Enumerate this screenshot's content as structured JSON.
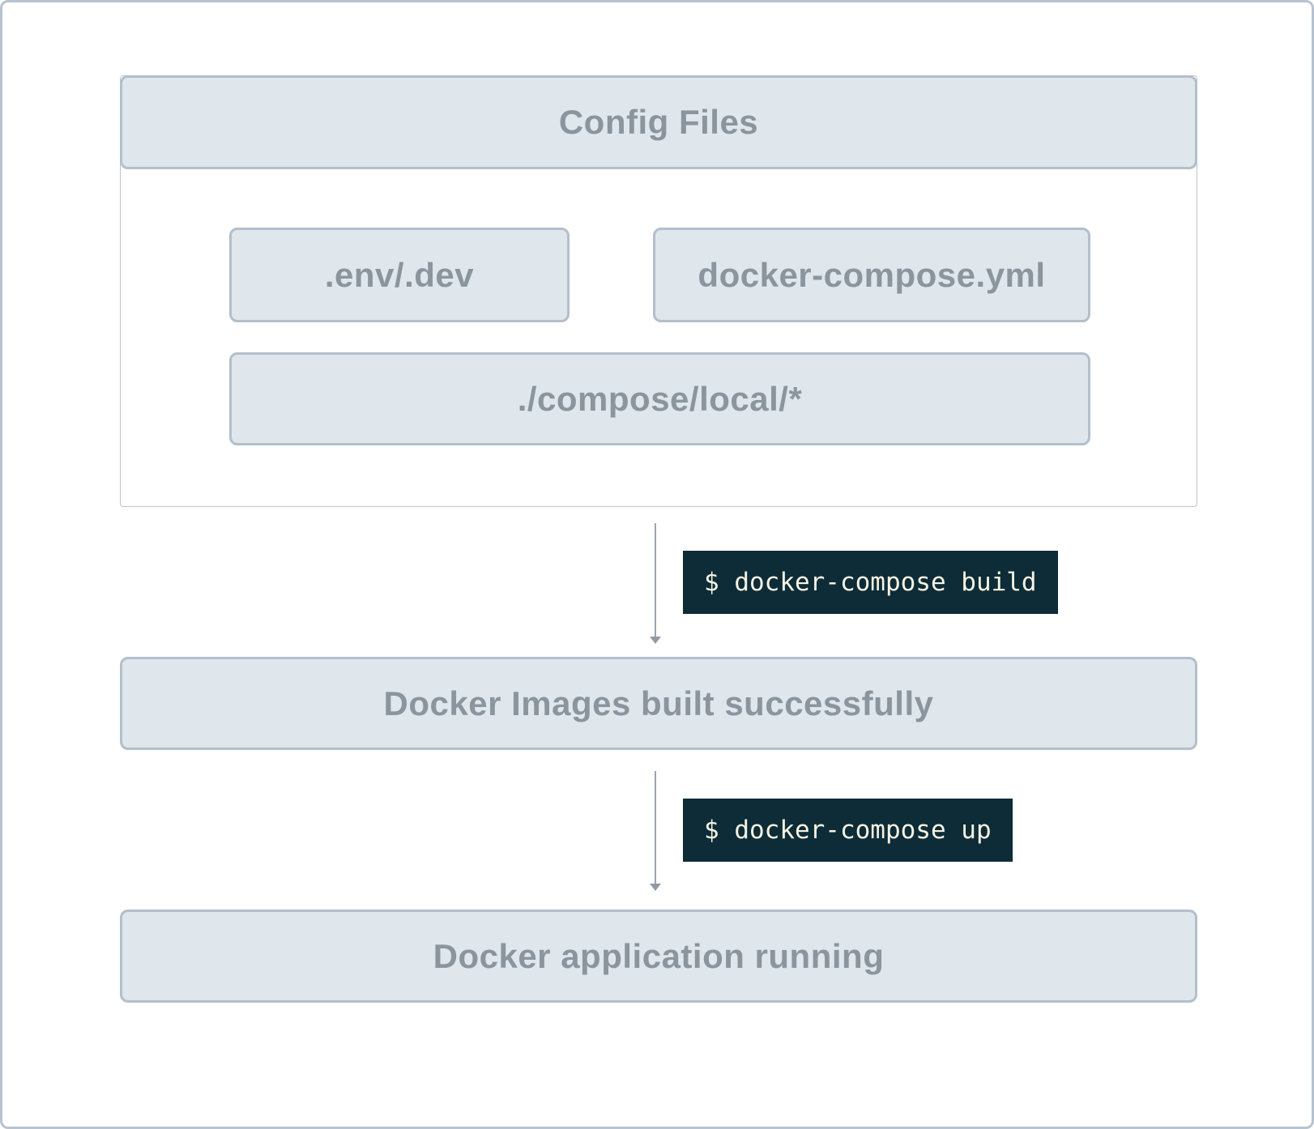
{
  "config_group": {
    "title": "Config Files",
    "files": [
      {
        "label": ".env/.dev"
      },
      {
        "label": "docker-compose.yml"
      },
      {
        "label": "./compose/local/*"
      }
    ]
  },
  "flow": {
    "build_command": "$ docker-compose build",
    "build_result": "Docker Images built successfully",
    "up_command": "$ docker-compose up",
    "up_result": "Docker application running"
  },
  "colors": {
    "box_fill": "#dfe6ec",
    "box_border": "#b3bfcb",
    "label_text": "#8b959e",
    "terminal_bg": "#0d2c38",
    "terminal_text": "#f8f3e2",
    "arrow": "#9aa4ae",
    "frame_border": "#b8c3d0"
  }
}
